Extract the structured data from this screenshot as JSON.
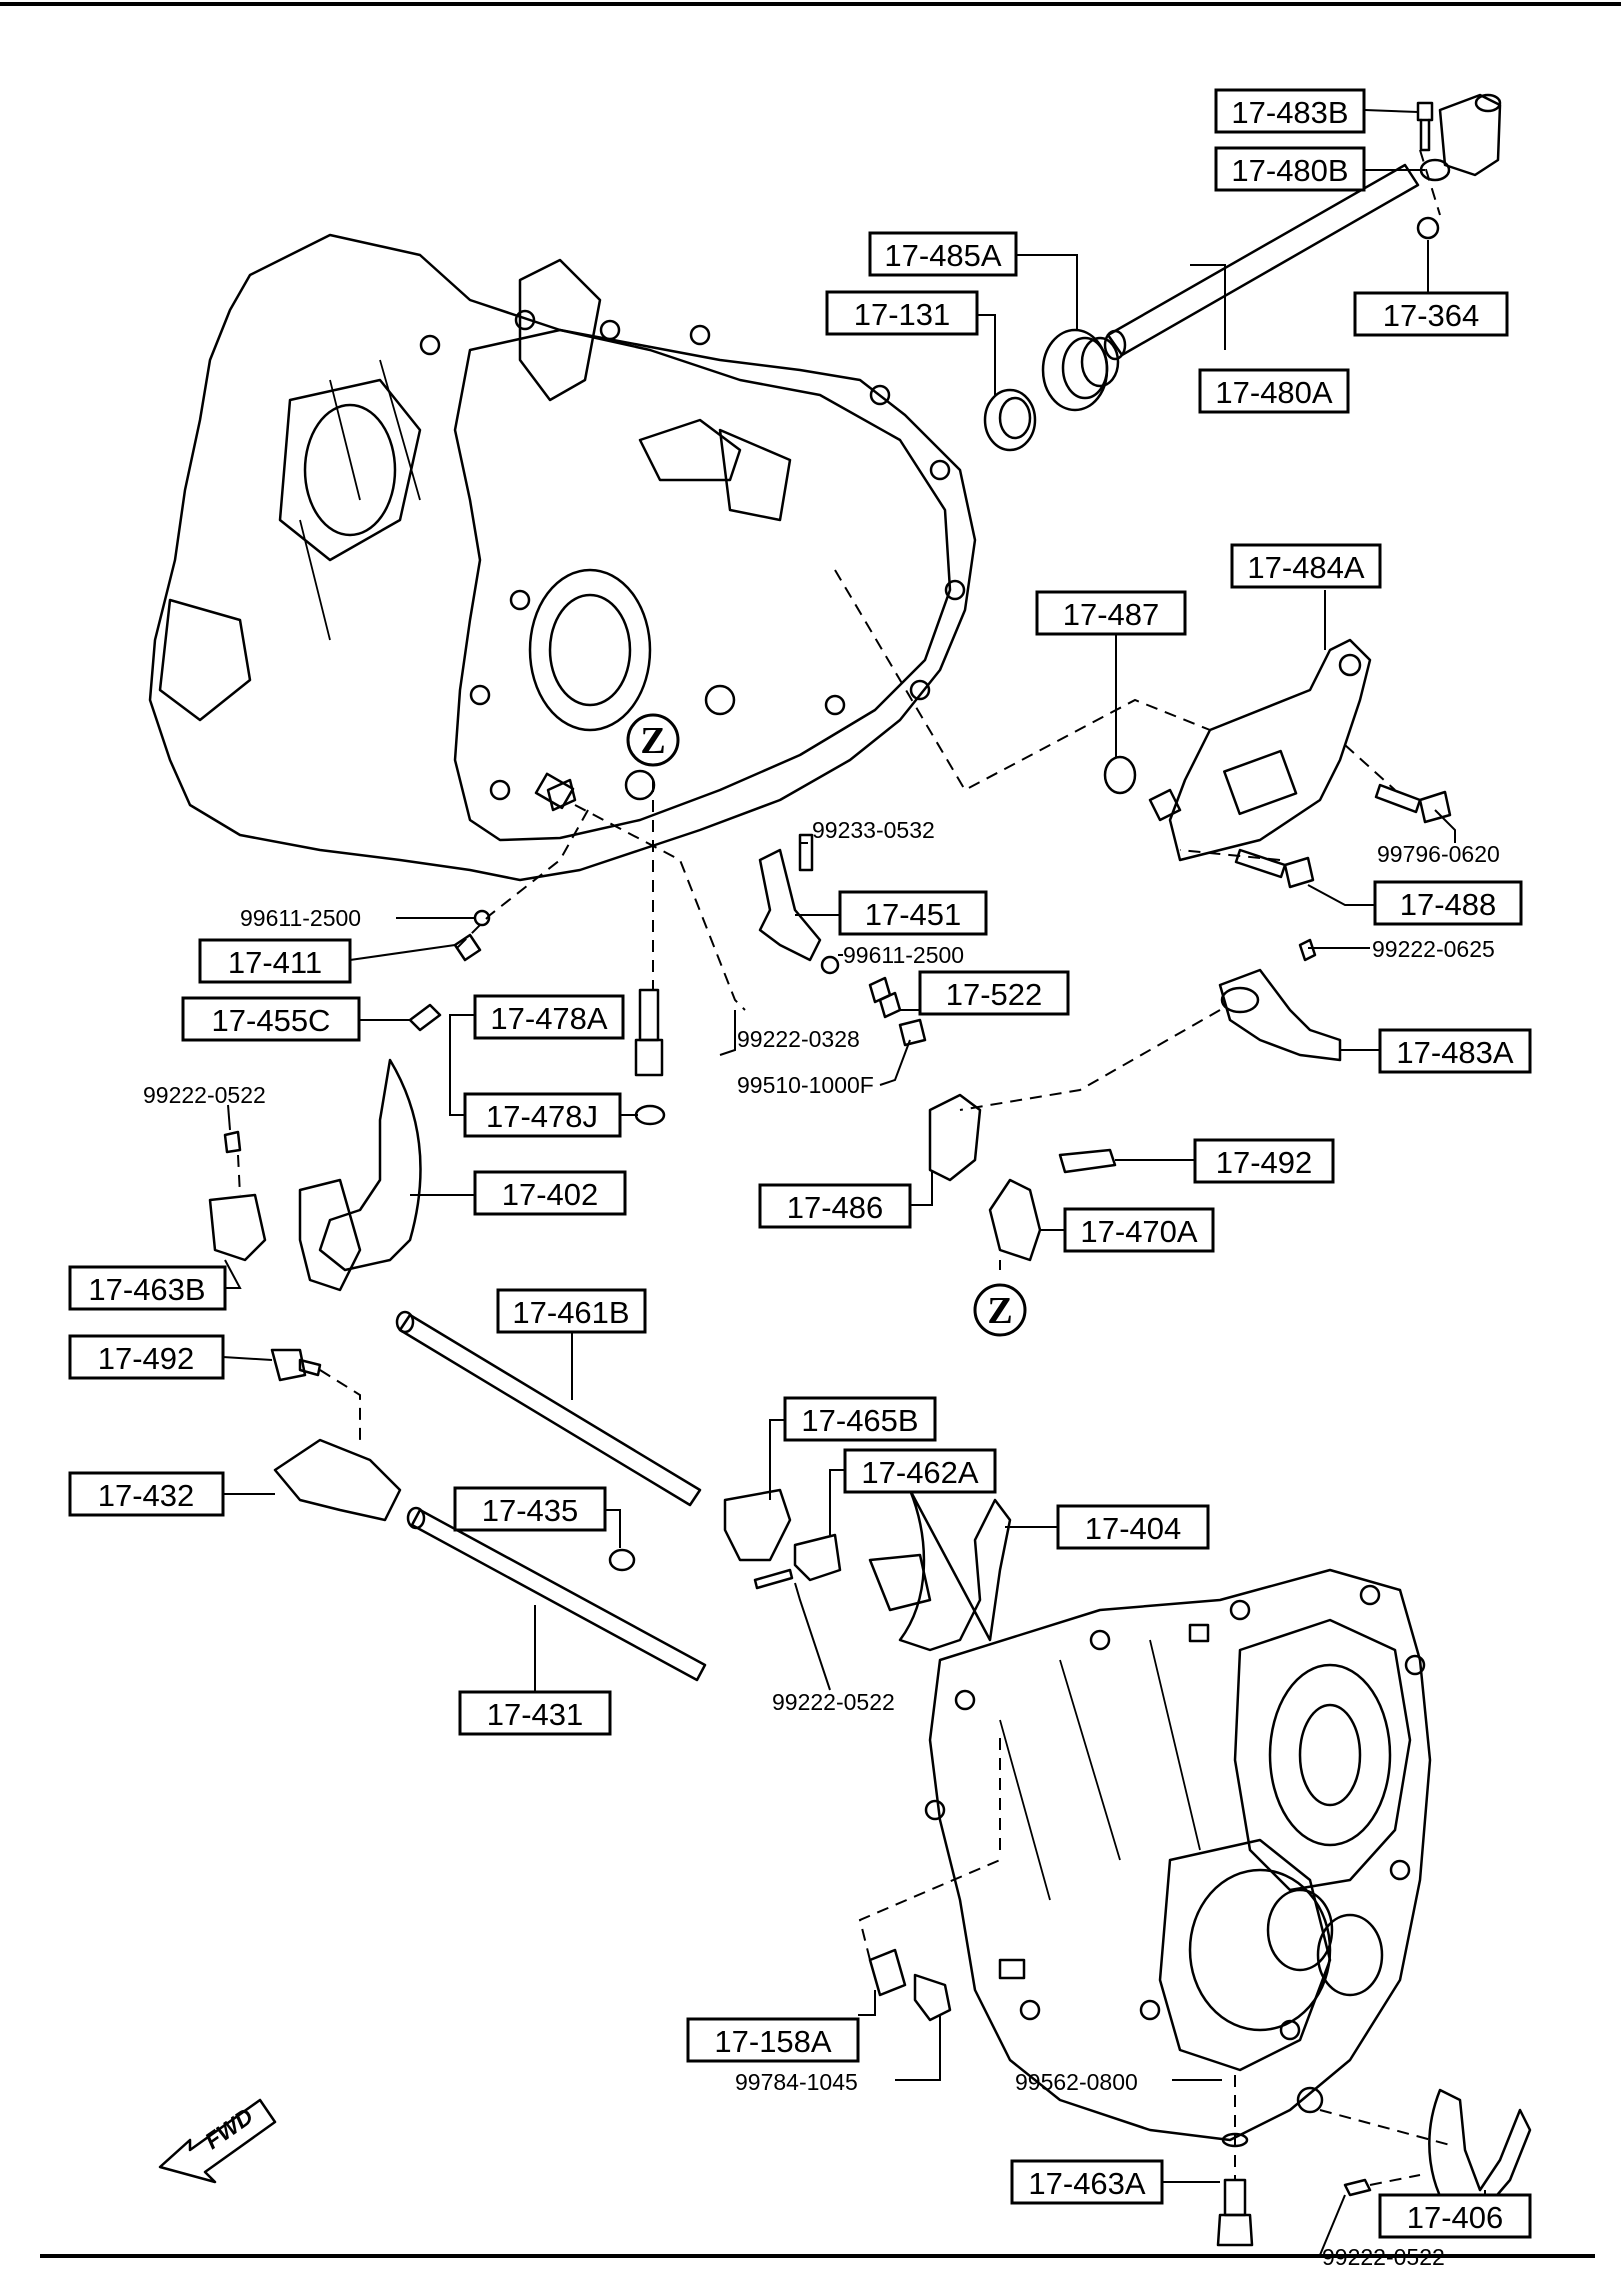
{
  "diagram": {
    "boxed_labels": {
      "p17_483B": "17-483B",
      "p17_480B": "17-480B",
      "p17_485A": "17-485A",
      "p17_131": "17-131",
      "p17_364": "17-364",
      "p17_480A": "17-480A",
      "p17_484A": "17-484A",
      "p17_487": "17-487",
      "p17_488": "17-488",
      "p17_451": "17-451",
      "p17_522": "17-522",
      "p17_411": "17-411",
      "p17_455C": "17-455C",
      "p17_478A": "17-478A",
      "p17_478J": "17-478J",
      "p17_483A": "17-483A",
      "p17_492a": "17-492",
      "p17_486": "17-486",
      "p17_470A": "17-470A",
      "p17_402": "17-402",
      "p17_463B": "17-463B",
      "p17_461B": "17-461B",
      "p17_492b": "17-492",
      "p17_465B": "17-465B",
      "p17_462A": "17-462A",
      "p17_432": "17-432",
      "p17_435": "17-435",
      "p17_404": "17-404",
      "p17_431": "17-431",
      "p17_158A": "17-158A",
      "p17_463A": "17-463A",
      "p17_406": "17-406"
    },
    "plain_labels": {
      "n99233_0532": "99233-0532",
      "n99796_0620": "99796-0620",
      "n99611_2500a": "99611-2500",
      "n99611_2500b": "99611-2500",
      "n99222_0625": "99222-0625",
      "n99222_0328": "99222-0328",
      "n99510_1000F": "99510-1000F",
      "n99222_0522a": "99222-0522",
      "n99222_0522b": "99222-0522",
      "n99222_0522c": "99222-0522",
      "n99784_1045": "99784-1045",
      "n99562_0800": "99562-0800"
    },
    "markers": {
      "z_top": "Z",
      "z_bottom": "Z"
    },
    "direction": "FWD"
  }
}
